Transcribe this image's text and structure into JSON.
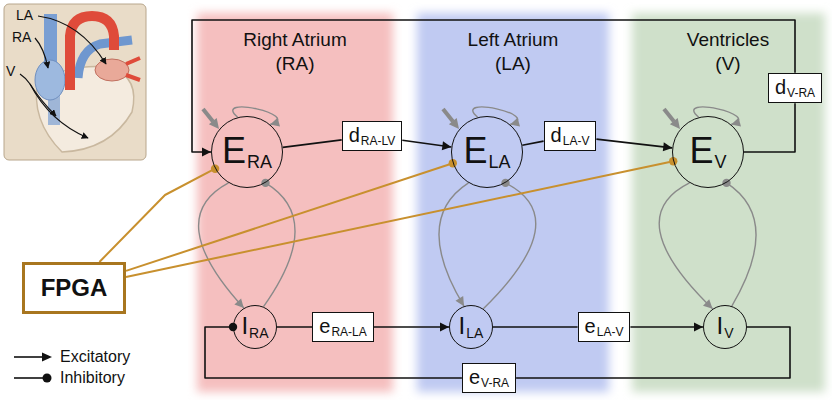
{
  "diagram": {
    "nodes": [
      {
        "text": [
          "Right Atrium (RA)"
        ]
      },
      {
        "text": [
          "E",
          "RA"
        ],
        "in": 0
      },
      {
        "text": [
          "I",
          "RA"
        ],
        "in": 0
      },
      {
        "text": [
          "Left Atrium (LA)"
        ]
      },
      {
        "text": [
          "E",
          "LA"
        ],
        "in": 3
      },
      {
        "text": [
          "I",
          "LA"
        ],
        "in": 3
      },
      {
        "text": [
          "Ventricles (V)"
        ]
      },
      {
        "text": [
          "E",
          "V"
        ],
        "in": 6
      },
      {
        "text": [
          "I",
          "V"
        ],
        "in": 6
      },
      {
        "text": [
          "d",
          "RA-LV"
        ]
      },
      {
        "text": [
          "d",
          "LA-V"
        ]
      },
      {
        "text": [
          "d",
          "V-RA"
        ]
      },
      {
        "text": [
          "e",
          "RA-LA"
        ]
      },
      {
        "text": [
          "e",
          "LA-V"
        ]
      },
      {
        "text": [
          "e",
          "V-RA"
        ]
      },
      {
        "text": [
          "FPGA"
        ]
      }
    ],
    "edges": [
      {
        "from": 1,
        "to": 1,
        "arrow": "to"
      },
      {
        "from": 1,
        "to": 2,
        "arrow": "to"
      },
      {
        "from": 2,
        "to": 1,
        "arrow": "to"
      },
      {
        "from": 4,
        "to": 4,
        "arrow": "to"
      },
      {
        "from": 4,
        "to": 5,
        "arrow": "to"
      },
      {
        "from": 5,
        "to": 4,
        "arrow": "to"
      },
      {
        "from": 7,
        "to": 7,
        "arrow": "to"
      },
      {
        "from": 7,
        "to": 8,
        "arrow": "to"
      },
      {
        "from": 8,
        "to": 7,
        "arrow": "to"
      },
      {
        "from": 1,
        "to": 9,
        "arrow": "none"
      },
      {
        "from": 9,
        "to": 4,
        "arrow": "to"
      },
      {
        "from": 4,
        "to": 10,
        "arrow": "none"
      },
      {
        "from": 10,
        "to": 7,
        "arrow": "to"
      },
      {
        "from": 7,
        "to": 11,
        "arrow": "none"
      },
      {
        "from": 11,
        "to": 1,
        "arrow": "to"
      },
      {
        "from": 2,
        "to": 12,
        "arrow": "none"
      },
      {
        "from": 12,
        "to": 5,
        "arrow": "to"
      },
      {
        "from": 5,
        "to": 13,
        "arrow": "none"
      },
      {
        "from": 13,
        "to": 8,
        "arrow": "to"
      },
      {
        "from": 8,
        "to": 14,
        "arrow": "none"
      },
      {
        "from": 14,
        "to": 2,
        "arrow": "to"
      },
      {
        "from": 15,
        "to": 1,
        "arrow": "to"
      },
      {
        "from": 15,
        "to": 4,
        "arrow": "to"
      },
      {
        "from": 15,
        "to": 7,
        "arrow": "to"
      }
    ],
    "labels": [
      "LA",
      "RA",
      "V"
    ],
    "legend": [
      {
        "text": "Excitatory"
      },
      {
        "text": "Inhibitory"
      }
    ]
  }
}
